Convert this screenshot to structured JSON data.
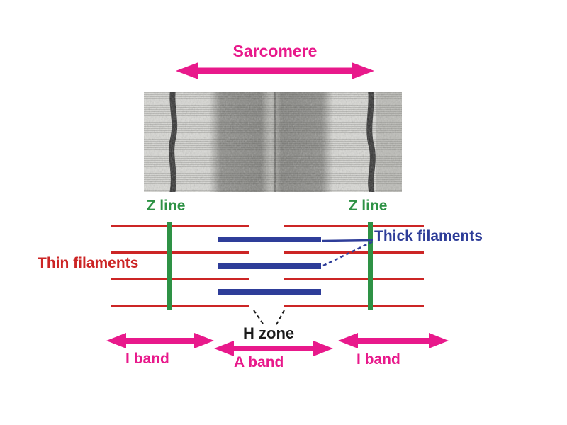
{
  "figure": {
    "title": "Sarcomere"
  },
  "labels": {
    "sarcomere": "Sarcomere",
    "z_line_left": "Z line",
    "z_line_right": "Z line",
    "thin_filaments": "Thin filaments",
    "thick_filaments": "Thick filaments",
    "h_zone": "H zone",
    "i_band_left": "I band",
    "a_band": "A band",
    "i_band_right": "I band"
  },
  "colors": {
    "magenta": "#E8198B",
    "red": "#CC2525",
    "green": "#2E9245",
    "blue": "#2E3D99",
    "black": "#1A1A1A",
    "micrograph_base": "#D8D8D4",
    "micrograph_dark": "#1F1F1F"
  },
  "icons": {
    "sarcomere_arrow": "double-headed-arrow",
    "i_band_arrow_left": "double-headed-arrow",
    "a_band_arrow": "double-headed-arrow",
    "i_band_arrow_right": "double-headed-arrow"
  }
}
